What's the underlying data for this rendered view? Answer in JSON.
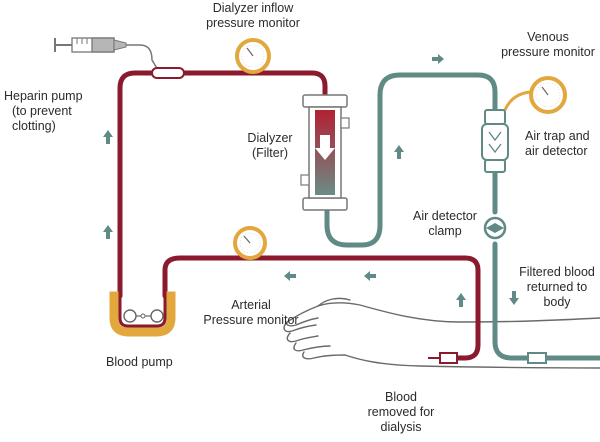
{
  "labels": {
    "heparin_pump": [
      "Heparin pump",
      "(to prevent",
      "clotting)"
    ],
    "dialyzer_inflow_monitor": [
      "Dialyzer inflow",
      "pressure monitor"
    ],
    "dialyzer": [
      "Dialyzer",
      "(Filter)"
    ],
    "venous_monitor": [
      "Venous",
      "pressure monitor"
    ],
    "air_trap": [
      "Air trap and",
      "air detector"
    ],
    "air_detector_clamp": [
      "Air detector",
      "clamp"
    ],
    "filtered_blood": [
      "Filtered blood",
      "returned to",
      "body"
    ],
    "arterial_monitor": [
      "Arterial",
      "Pressure monitor"
    ],
    "blood_pump": [
      "Blood pump"
    ],
    "blood_removed": [
      "Blood",
      "removed for",
      "dialysis"
    ]
  },
  "colors": {
    "artery_line": "#8b1a2e",
    "venous_line": "#5f8a85",
    "gauge": "#e2a73d",
    "pump": "#e2a73d",
    "arrow": "#5f8a85",
    "skin_outline": "#6a6a6a",
    "text": "#2b2b2b"
  }
}
